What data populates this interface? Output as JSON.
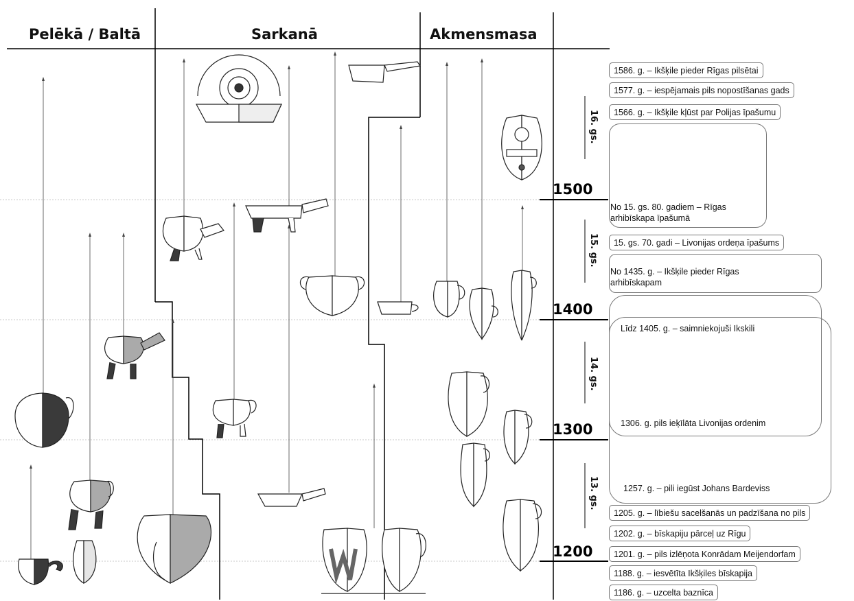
{
  "columns": {
    "gray_white": "Pelēkā / Baltā",
    "red": "Sarkanā",
    "stoneware": "Akmensmasa"
  },
  "years": [
    "1500",
    "1400",
    "1300",
    "1200"
  ],
  "centuries": [
    "16. gs.",
    "15. gs.",
    "14. gs.",
    "13. gs."
  ],
  "events": {
    "e1586": "1586. g. – Ikšķile pieder Rīgas pilsētai",
    "e1577": "1577. g. – iespējamais pils nopostīšanas gads",
    "e1566": "1566. g. – Ikšķile kļūst par Polijas īpašumu",
    "e1480": "No 15. gs. 80. gadiem – Rīgas arhibīskapa īpašumā",
    "e1470": "15. gs. 70. gadi – Livonijas ordeņa īpašums",
    "e1435": "No 1435. g. – Ikšķile pieder Rīgas arhibīskapam",
    "e1405": "Līdz 1405. g. – saimniekojuši Ikskili",
    "e1306": "1306. g. pils ieķīlāta Livonijas ordenim",
    "e1257": "1257. g. – pili iegūst Johans Bardeviss",
    "e1205": "1205. g. – lībiešu sacelšanās un padzīšana no pils",
    "e1202": "1202. g. – bīskapiju pārceļ uz Rīgu",
    "e1201": "1201. g. – pils izlēņota Konrādam Meijendorfam",
    "e1188": "1188. g. – iesvētīta Ikšķiles bīskapija",
    "e1186": "1186. g. – uzcelta baznīca"
  }
}
